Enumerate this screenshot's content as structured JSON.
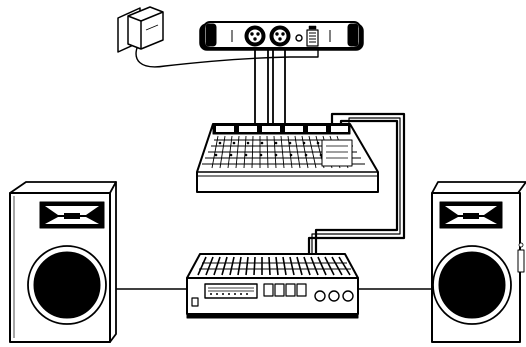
{
  "diagram": {
    "components": [
      {
        "id": "power_adapter",
        "icon": "wall-power-adapter-icon"
      },
      {
        "id": "interface",
        "icon": "audio-interface-icon",
        "ports": [
          "xlr-out-left",
          "xlr-out-right",
          "power-in"
        ]
      },
      {
        "id": "mixer",
        "icon": "mixing-console-icon"
      },
      {
        "id": "amplifier",
        "icon": "power-amplifier-icon"
      },
      {
        "id": "speaker_left",
        "icon": "loudspeaker-icon"
      },
      {
        "id": "speaker_right",
        "icon": "loudspeaker-icon"
      }
    ],
    "connections": [
      {
        "from": "power_adapter",
        "to": "interface"
      },
      {
        "from": "interface",
        "to": "mixer",
        "cables": 2
      },
      {
        "from": "mixer",
        "to": "amplifier",
        "cables": 2
      },
      {
        "from": "amplifier",
        "to": "speaker_left"
      },
      {
        "from": "amplifier",
        "to": "speaker_right"
      }
    ],
    "colors": {
      "line": "#000000",
      "fill": "#ffffff",
      "shade": "#d9d9d9"
    }
  }
}
